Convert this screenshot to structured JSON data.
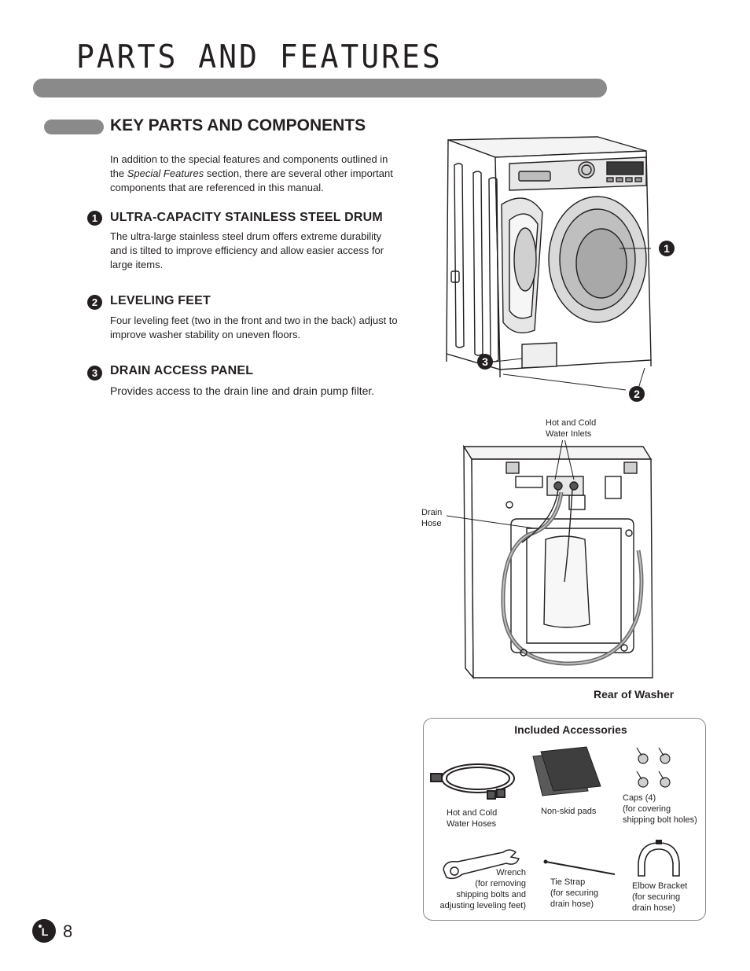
{
  "header": {
    "title": "PARTS AND FEATURES"
  },
  "section": {
    "title": "KEY PARTS AND COMPONENTS",
    "intro_pre": "In addition to the special features and components outlined in the ",
    "intro_italic": "Special Features",
    "intro_post": " section, there are several other important components that are referenced in this manual."
  },
  "items": [
    {
      "number": "1",
      "title": "ULTRA-CAPACITY STAINLESS STEEL DRUM",
      "body": "The ultra-large stainless steel drum offers extreme durability and is tilted to improve efficiency and allow easier access for large items."
    },
    {
      "number": "2",
      "title": "LEVELING FEET",
      "body": "Four leveling feet (two in the front and two in the back) adjust to improve washer stability on uneven floors."
    },
    {
      "number": "3",
      "title": "DRAIN ACCESS PANEL",
      "body": "Provides access to the drain line and drain pump filter."
    }
  ],
  "front_diagram": {
    "callouts": [
      "1",
      "3",
      "2"
    ]
  },
  "rear_diagram": {
    "inlets_label_1": "Hot and Cold",
    "inlets_label_2": "Water Inlets",
    "drain_label_1": "Drain",
    "drain_label_2": "Hose",
    "caption": "Rear of Washer"
  },
  "accessories": {
    "title": "Included Accessories",
    "hoses": [
      "Hot and Cold",
      "Water Hoses"
    ],
    "pads": [
      "Non-skid pads"
    ],
    "caps": [
      "Caps (4)",
      "(for covering",
      "shipping bolt holes)"
    ],
    "wrench": [
      "Wrench",
      "(for removing",
      "shipping bolts and",
      "adjusting leveling feet)"
    ],
    "tie_strap": [
      "Tie Strap",
      "(for securing",
      "drain hose)"
    ],
    "elbow": [
      "Elbow Bracket",
      "(for securing",
      "drain hose)"
    ]
  },
  "footer": {
    "logo_text": "LG",
    "page_number": "8"
  }
}
